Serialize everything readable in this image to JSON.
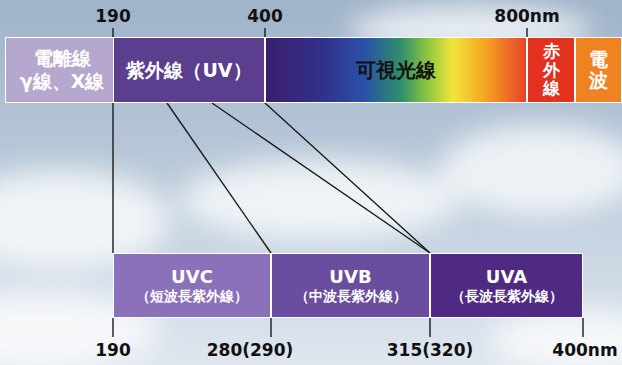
{
  "diagram": {
    "nodes": [
      {
        "text": [
          "電離線 γ線、X線"
        ]
      },
      {
        "text": [
          "紫外線（UV）"
        ]
      },
      {
        "text": [
          "可視光線"
        ]
      },
      {
        "text": [
          "赤外線"
        ]
      },
      {
        "text": [
          "電波"
        ]
      },
      {
        "text": [
          "UVC",
          "（短波長紫外線）"
        ]
      },
      {
        "text": [
          "UVB",
          "（中波長紫外線）"
        ]
      },
      {
        "text": [
          "UVA",
          "（長波長紫外線）"
        ]
      }
    ],
    "labels": [
      "190",
      "400",
      "800nm",
      "190",
      "280(290)",
      "315(320)",
      "400nm"
    ]
  }
}
